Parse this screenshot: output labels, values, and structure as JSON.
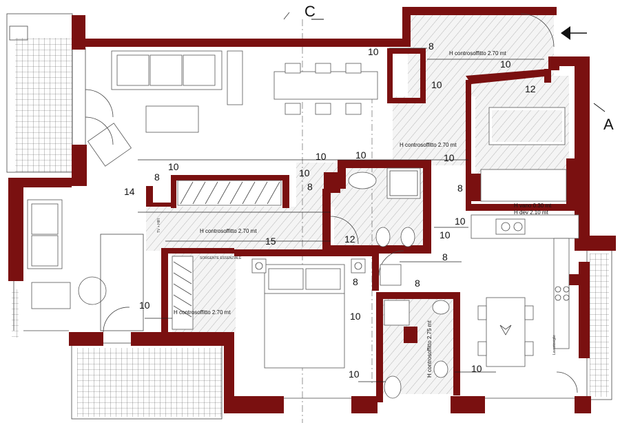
{
  "section_markers": {
    "c": "C",
    "a": "A"
  },
  "ceiling_notes": {
    "entrance": "H controsoffitto 2.70 mt",
    "hall": "H controsoffitto 2.70 mt",
    "corridor": "H controsoffitto 2.70 mt",
    "bedroom": "H controsoffitto 2.70 mt",
    "bathroom": "H controsoffitto 2.75 mt"
  },
  "kitchen_notes": {
    "vano": "H vano 0.30 mt",
    "dev": "H dev 2.10 mt"
  },
  "small_labels": {
    "sorgente": "SORGENTE ESSENZIALE",
    "lavastoviglie": "Lavastoviglie",
    "tv": "TV + HIFI"
  },
  "dimension_labels": [
    "10",
    "8",
    "10",
    "10",
    "12",
    "10",
    "10",
    "10",
    "10",
    "8",
    "14",
    "8",
    "8",
    "10",
    "12",
    "15",
    "10",
    "8",
    "8",
    "8",
    "10",
    "10",
    "10",
    "10"
  ]
}
